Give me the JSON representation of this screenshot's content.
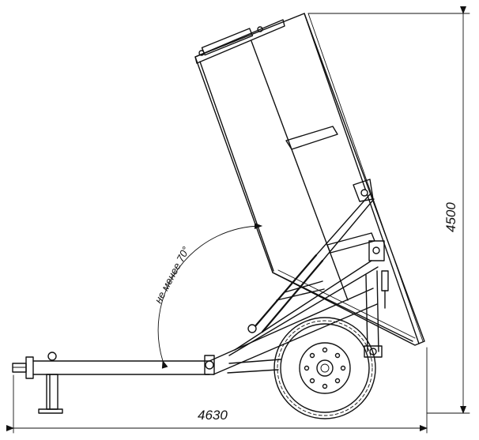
{
  "drawing": {
    "dimension_length": "4630",
    "dimension_height": "4500",
    "angle_note": "не менее 70°"
  }
}
